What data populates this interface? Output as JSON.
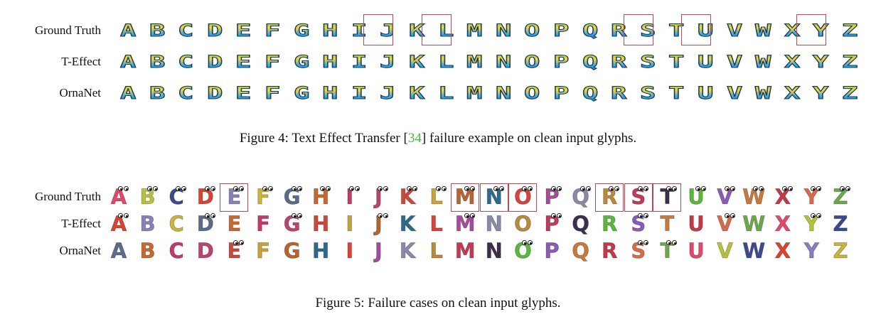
{
  "figure4": {
    "rows": [
      "Ground Truth",
      "T-Effect",
      "OrnaNet"
    ],
    "letters": [
      "A",
      "B",
      "C",
      "D",
      "E",
      "F",
      "G",
      "H",
      "I",
      "J",
      "K",
      "L",
      "M",
      "N",
      "O",
      "P",
      "Q",
      "R",
      "S",
      "T",
      "U",
      "V",
      "W",
      "X",
      "Y",
      "Z"
    ],
    "caption_prefix": "Figure 4: Text Effect Transfer [",
    "caption_cite": "34",
    "caption_suffix": "] failure example on clean input glyphs.",
    "highlighted_letters": [
      "J",
      "L",
      "S",
      "U",
      "Y"
    ],
    "colors": {
      "green": "#3fd04a",
      "yellow": "#ffd43b",
      "blue": "#2ea8e6",
      "outline": "#1a3a5c",
      "highlight_box": "#b94a55",
      "cite": "#3cc23c"
    }
  },
  "figure5": {
    "rows": [
      "Ground Truth",
      "T-Effect",
      "OrnaNet"
    ],
    "letters": [
      "A",
      "B",
      "C",
      "D",
      "E",
      "F",
      "G",
      "H",
      "I",
      "J",
      "K",
      "L",
      "M",
      "N",
      "O",
      "P",
      "Q",
      "R",
      "S",
      "T",
      "U",
      "V",
      "W",
      "X",
      "Y",
      "Z"
    ],
    "caption": "Figure 5: Failure cases on clean input glyphs.",
    "highlighted_letters": [
      "E",
      "M",
      "N",
      "O",
      "R",
      "S",
      "T"
    ],
    "letter_colors": [
      "#e2486b",
      "#b7c23a",
      "#3b4a8f",
      "#d9432f",
      "#8a7fb8",
      "#c9b53a",
      "#5b6b8a",
      "#c8672f",
      "#c23a6a",
      "#b8446f",
      "#c74a3a",
      "#c8a23a",
      "#b9642f",
      "#2f6a8a",
      "#d8443b",
      "#a84a9a",
      "#8a8aa8",
      "#b98a3a",
      "#c23a5a",
      "#3b2f4a",
      "#5ab83a",
      "#8a5ab8",
      "#c97a3a",
      "#c23a4a",
      "#d86a4a",
      "#6aa84a"
    ]
  }
}
